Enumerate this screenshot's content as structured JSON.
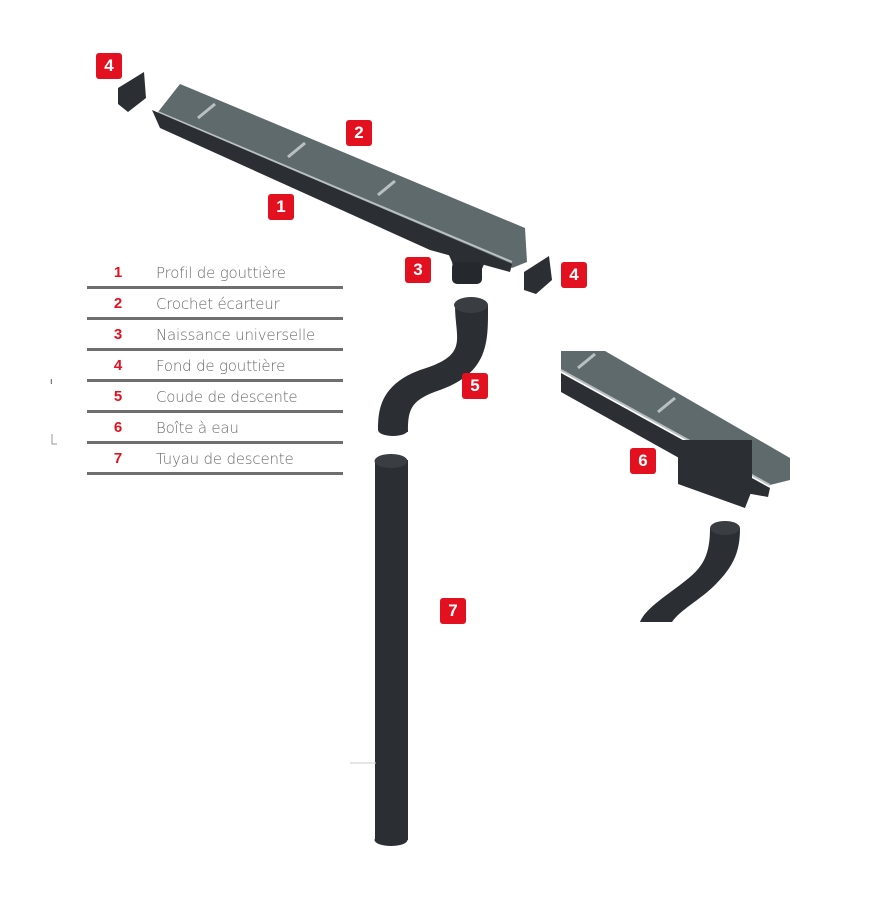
{
  "legend": [
    {
      "number": "1",
      "label": "Profil de gouttière"
    },
    {
      "number": "2",
      "label": "Crochet écarteur"
    },
    {
      "number": "3",
      "label": "Naissance universelle"
    },
    {
      "number": "4",
      "label": "Fond de gouttière"
    },
    {
      "number": "5",
      "label": "Coude de descente"
    },
    {
      "number": "6",
      "label": "Boîte à eau"
    },
    {
      "number": "7",
      "label": "Tuyau de descente"
    }
  ],
  "callouts": {
    "end_cap_left": "4",
    "hanger": "2",
    "gutter_profile": "1",
    "outlet": "3",
    "end_cap_right": "4",
    "elbow": "5",
    "hopper": "6",
    "downpipe": "7"
  },
  "colors": {
    "accent": "#e3101f",
    "part": "#2b2e33",
    "gutter_inner": "#5f6a6c"
  }
}
